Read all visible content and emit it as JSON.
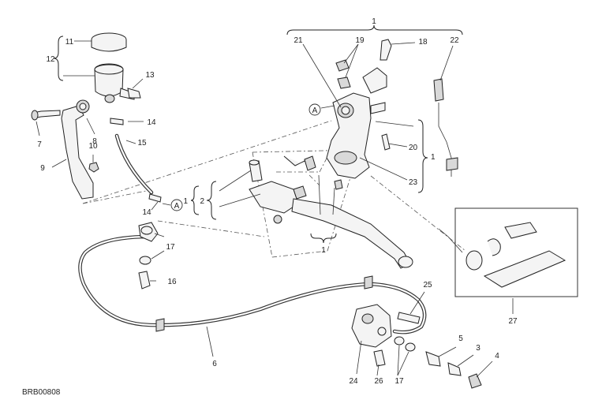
{
  "diagram": {
    "drawing_code": "BRB00808",
    "reference_marker": "A",
    "callouts": {
      "c1_top": "1",
      "c1_right": "1",
      "c1_left": "1",
      "c1_bottom": "1",
      "c2": "2",
      "c3": "3",
      "c4": "4",
      "c5": "5",
      "c6": "6",
      "c7": "7",
      "c8": "8",
      "c9": "9",
      "c10": "10",
      "c11": "11",
      "c12": "12",
      "c13": "13",
      "c14_top": "14",
      "c14_bottom": "14",
      "c15": "15",
      "c16": "16",
      "c17_left": "17",
      "c17_bottom": "17",
      "c18": "18",
      "c19": "19",
      "c20": "20",
      "c21": "21",
      "c22": "22",
      "c23": "23",
      "c24": "24",
      "c25": "25",
      "c26": "26",
      "c27": "27"
    }
  }
}
